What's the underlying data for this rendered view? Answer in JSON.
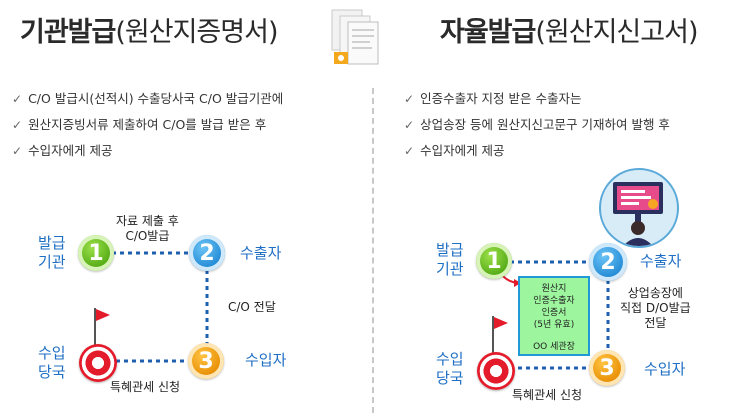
{
  "left": {
    "title_bold": "기관발급",
    "title_paren": "(원산지증명서)",
    "bullets": [
      "C/O 발급시(선적시) 수출당사국 C/O 발급기관에",
      "원산지증빙서류 제출하여 C/O를 발급 받은 후",
      "수입자에게 제공"
    ],
    "node1": "1",
    "node2": "2",
    "node3": "3",
    "issuer_label_1": "발급",
    "issuer_label_2": "기관",
    "exporter_label": "수출자",
    "importer_label": "수입자",
    "customs_label_1": "수입",
    "customs_label_2": "당국",
    "edge_12_line1": "자료 제출 후",
    "edge_12_line2": "C/O발급",
    "edge_23": "C/O 전달",
    "edge_3c": "특혜관세 신청"
  },
  "right": {
    "title_bold": "자율발급",
    "title_paren": "(원산지신고서)",
    "bullets": [
      "인증수출자 지정 받은 수출자는",
      "상업송장 등에 원산지신고문구 기재하여 발행 후",
      "수입자에게 제공"
    ],
    "node1": "1",
    "node2": "2",
    "node3": "3",
    "issuer_label_1": "발급",
    "issuer_label_2": "기관",
    "exporter_label": "수출자",
    "importer_label": "수입자",
    "customs_label_1": "수입",
    "customs_label_2": "당국",
    "box_line1": "원산지",
    "box_line2": "인증수출자",
    "box_line3": "인증서",
    "box_line4": "(5년 유효)",
    "box_line5": "OO 세관장",
    "edge_23_line1": "상업송장에",
    "edge_23_line2": "직접 D/O발급",
    "edge_23_line3": "전달",
    "edge_3c": "특혜관세 신청"
  },
  "colors": {
    "accent_blue": "#1f6fc4",
    "dotted_line": "#1f5fb0",
    "green_node": "#5cb81a",
    "blue_node": "#2a93dc",
    "orange_node": "#f29a00",
    "red_target": "#e31b2a",
    "certificate_box": "#9df59e"
  },
  "icons": [
    "checkmark-icon",
    "document-stack-icon",
    "computer-user-icon",
    "flag-icon",
    "target-icon"
  ]
}
